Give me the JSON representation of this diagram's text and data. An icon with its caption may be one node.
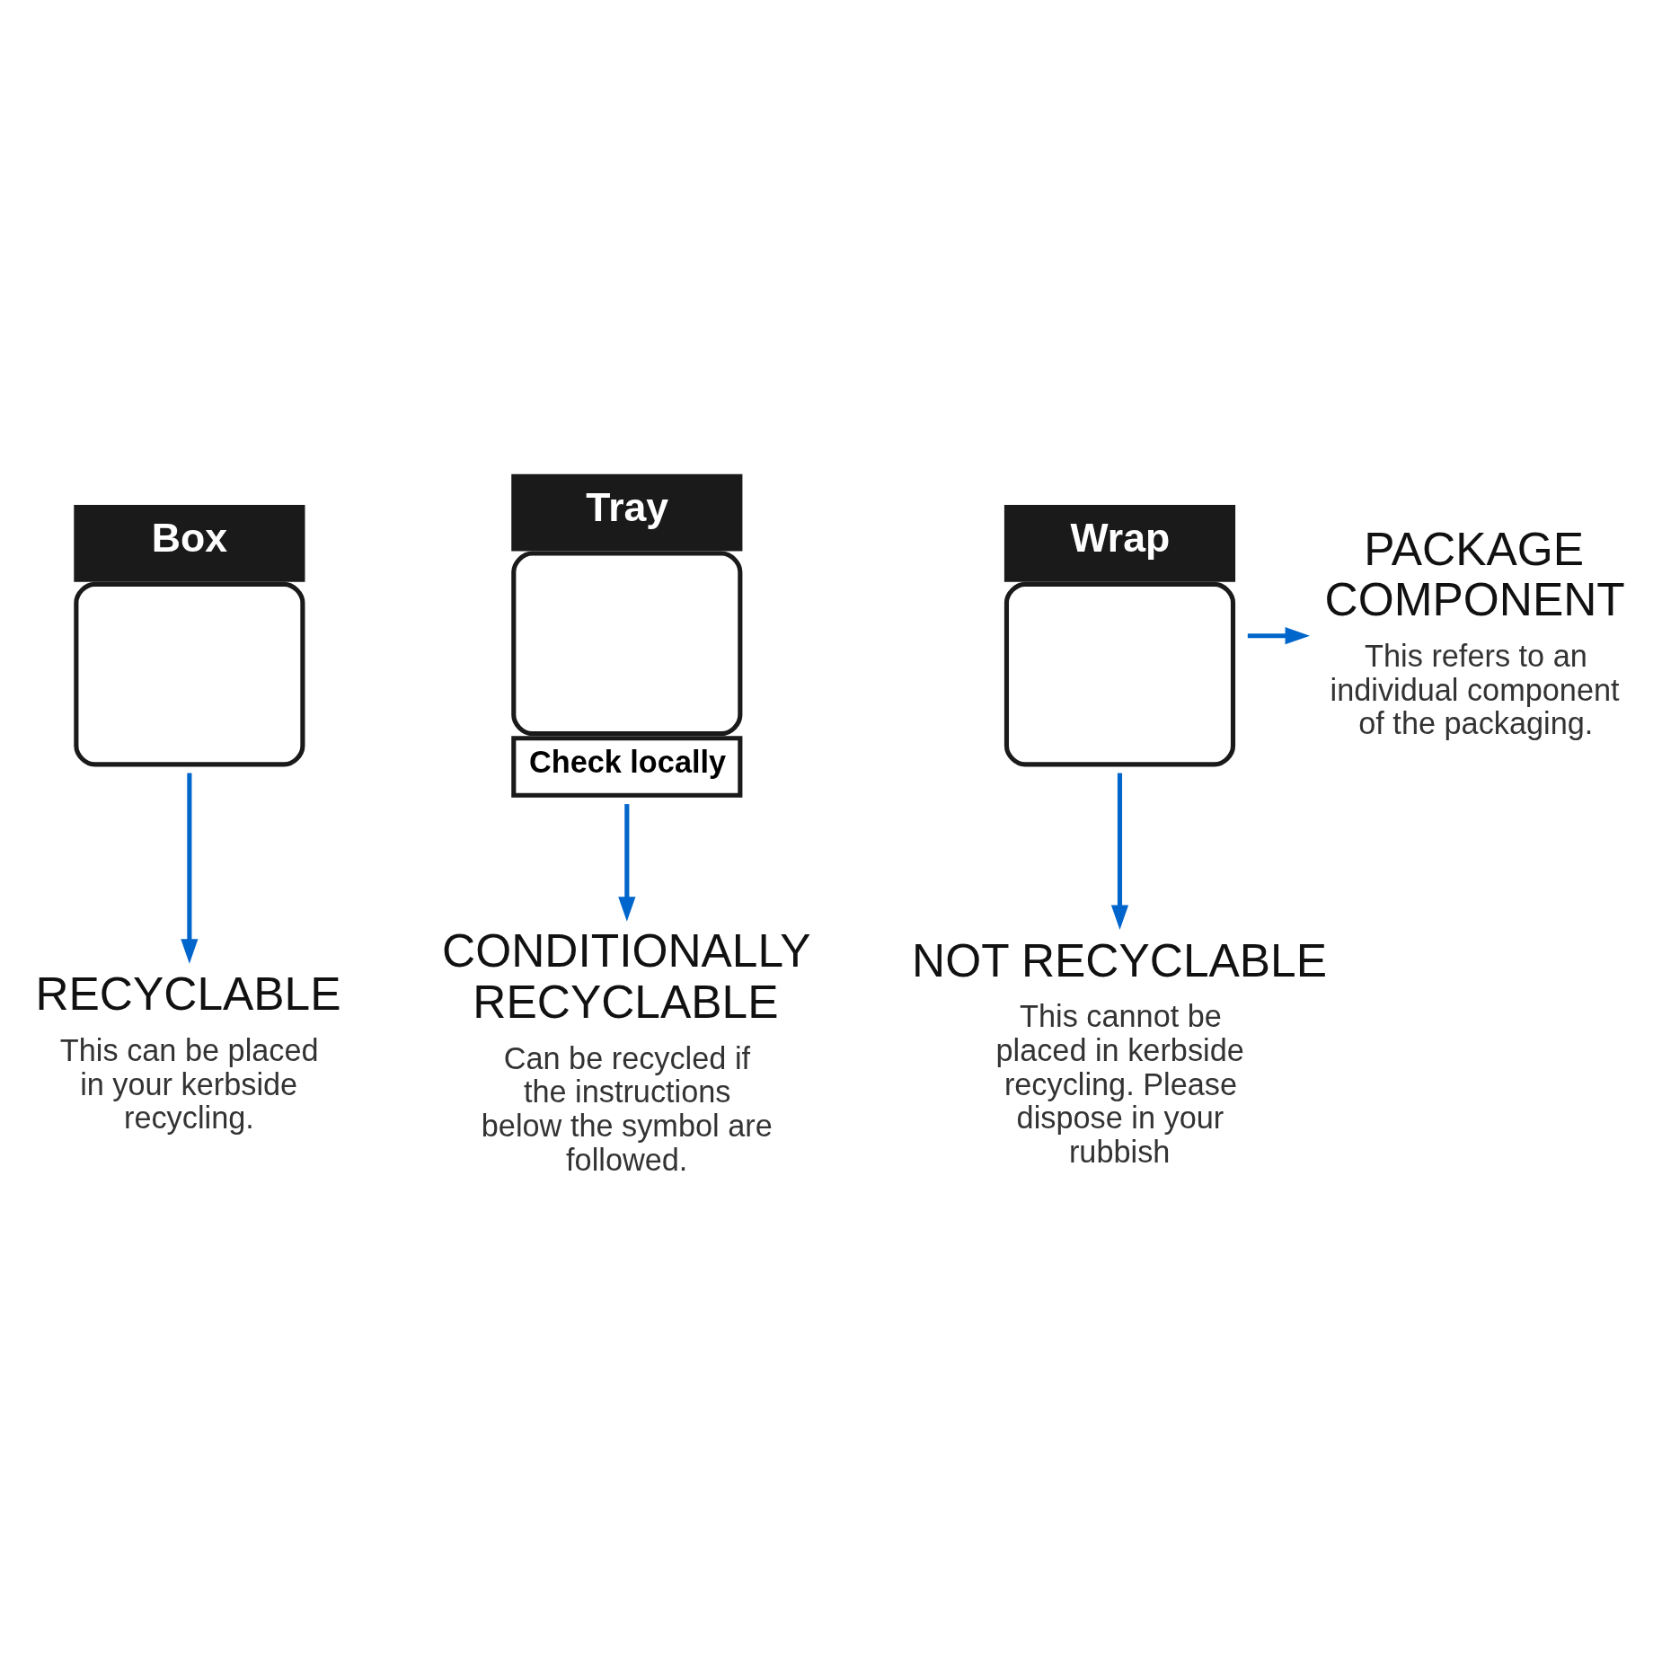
{
  "diagram": {
    "nodes": [
      {
        "text": [
          "Box"
        ]
      },
      {
        "text": [
          "Tray",
          "Check locally"
        ]
      },
      {
        "text": [
          "Wrap"
        ]
      },
      {
        "text": [
          "PACKAGE COMPONENT",
          "This refers to an individual component of the packaging."
        ]
      },
      {
        "text": [
          "RECYCLABLE",
          "This can be placed in your kerbside recycling."
        ]
      },
      {
        "text": [
          "CONDITIONALLY RECYCLABLE",
          "Can be recycled if the instructions below the symbol are followed."
        ]
      },
      {
        "text": [
          "NOT RECYCLABLE",
          "This cannot be placed in kerbside recycling. Please dispose in your rubbish"
        ]
      }
    ],
    "edges": [
      {
        "from": 2,
        "to": 3,
        "arrow": "to",
        "color": "#0066cc"
      },
      {
        "from": 0,
        "to": 4,
        "arrow": "to",
        "color": "#0066cc"
      },
      {
        "from": 1,
        "to": 5,
        "arrow": "to",
        "color": "#0066cc"
      },
      {
        "from": 2,
        "to": 6,
        "arrow": "to",
        "color": "#0066cc"
      }
    ]
  }
}
